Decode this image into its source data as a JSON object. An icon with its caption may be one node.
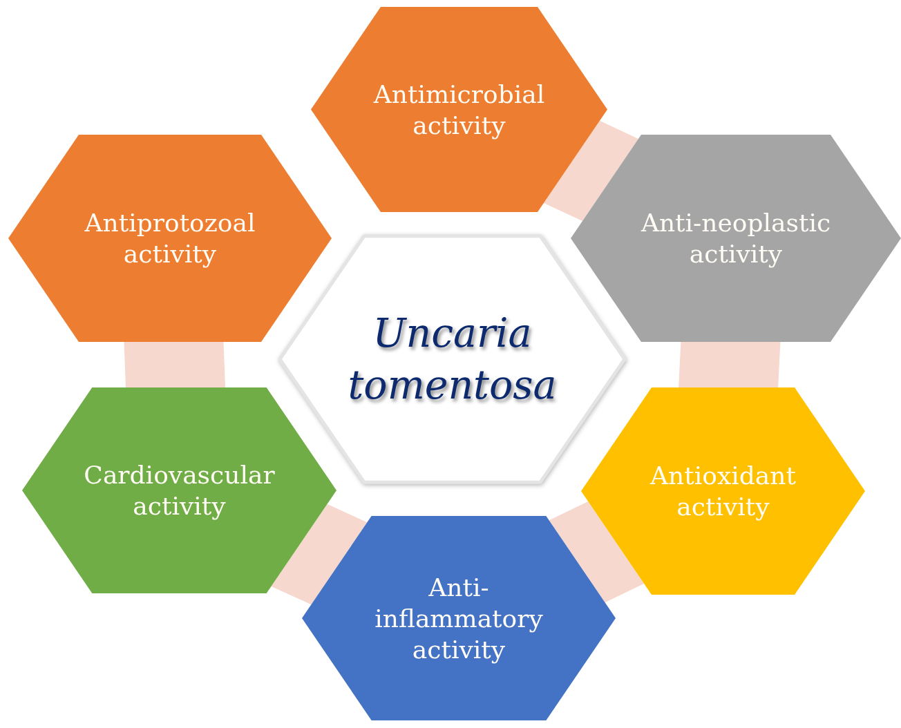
{
  "diagram": {
    "nodes": [
      {
        "text": [
          "Uncaria tomentosa"
        ]
      },
      {
        "text": [
          "Antimicrobial activity"
        ]
      },
      {
        "text": [
          "Anti-neoplastic activity"
        ]
      },
      {
        "text": [
          "Antioxidant activity"
        ]
      },
      {
        "text": [
          "Anti-inflammatory activity"
        ]
      },
      {
        "text": [
          "Cardiovascular activity"
        ]
      },
      {
        "text": [
          "Antiprotozoal activity"
        ]
      }
    ],
    "edges": [
      {
        "from": 1,
        "to": 2,
        "arrow": "none",
        "style": "thick"
      },
      {
        "from": 2,
        "to": 3,
        "arrow": "none",
        "style": "thick"
      },
      {
        "from": 3,
        "to": 4,
        "arrow": "none",
        "style": "thick"
      },
      {
        "from": 4,
        "to": 5,
        "arrow": "none",
        "style": "thick"
      },
      {
        "from": 5,
        "to": 6,
        "arrow": "none",
        "style": "thick"
      }
    ]
  }
}
